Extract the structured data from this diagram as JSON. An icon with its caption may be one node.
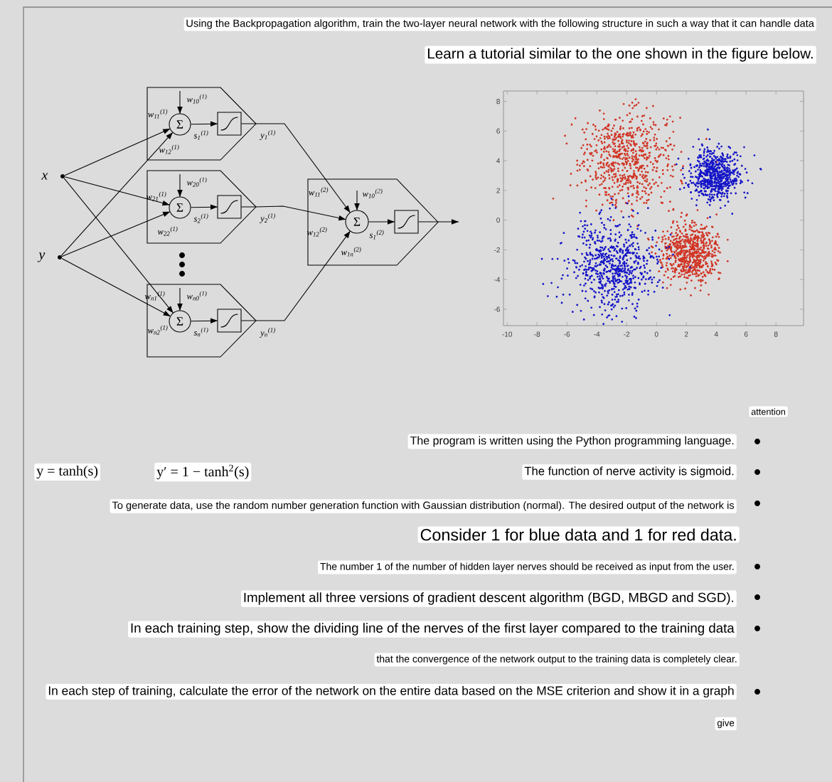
{
  "diagram": {
    "title": "Using the Backpropagation algorithm, train the two-layer neural network with the following structure in such a way that it can handle data",
    "nodes": [
      {
        "text": [
          "x"
        ]
      },
      {
        "text": [
          "y"
        ]
      },
      {
        "text": [],
        "shape": "pentagon",
        "beside": [
          "y$_{1}$$^{(1)}$"
        ]
      },
      {
        "text": [
          "Σ"
        ],
        "in": 2
      },
      {
        "text": [],
        "shape": "box",
        "in": 2
      },
      {
        "text": [],
        "shape": "pentagon",
        "beside": [
          "y$_{2}$$^{(1)}$"
        ]
      },
      {
        "text": [
          "Σ"
        ],
        "in": 5
      },
      {
        "text": [],
        "shape": "box",
        "in": 5
      },
      {
        "text": [],
        "shape": "pentagon",
        "beside": [
          "y$_{n}$$^{(1)}$"
        ]
      },
      {
        "text": [
          "Σ"
        ],
        "in": 8
      },
      {
        "text": [],
        "shape": "box",
        "in": 8
      },
      {
        "text": [],
        "shape": "pentagon"
      },
      {
        "text": [
          "Σ"
        ],
        "in": 11
      },
      {
        "text": [],
        "shape": "box",
        "in": 11
      }
    ],
    "edges": [
      {
        "from": 0,
        "to": 3,
        "arrow": "to",
        "label": "w$_{11}$$^{(1)}$"
      },
      {
        "from": 1,
        "to": 3,
        "arrow": "to",
        "label": "w$_{12}$$^{(1)}$"
      },
      {
        "from": 0,
        "to": 6,
        "arrow": "to",
        "label": "w$_{21}$$^{(1)}$"
      },
      {
        "from": 1,
        "to": 6,
        "arrow": "to",
        "label": "w$_{22}$$^{(1)}$"
      },
      {
        "from": 0,
        "to": 9,
        "arrow": "to",
        "label": "w$_{n1}$$^{(1)}$"
      },
      {
        "from": 1,
        "to": 9,
        "arrow": "to",
        "label": "w$_{n2}$$^{(1)}$"
      },
      {
        "from": null,
        "to": 3,
        "arrow": "to",
        "label": "w$_{10}$$^{(1)}$"
      },
      {
        "from": null,
        "to": 6,
        "arrow": "to",
        "label": "w$_{20}$$^{(1)}$"
      },
      {
        "from": null,
        "to": 9,
        "arrow": "to",
        "label": "w$_{n0}$$^{(1)}$"
      },
      {
        "from": 3,
        "to": 4,
        "arrow": "to",
        "label": "s$_{1}$$^{(1)}$"
      },
      {
        "from": 6,
        "to": 7,
        "arrow": "to",
        "label": "s$_{2}$$^{(1)}$"
      },
      {
        "from": 9,
        "to": 10,
        "arrow": "to",
        "label": "s$_{n}$$^{(1)}$"
      },
      {
        "from": 4,
        "to": 12,
        "arrow": "to",
        "label": "w$_{11}$$^{(2)}$"
      },
      {
        "from": 7,
        "to": 12,
        "arrow": "to",
        "label": "w$_{12}$$^{(2)}$"
      },
      {
        "from": 10,
        "to": 12,
        "arrow": "to",
        "label": "w$_{1n}$$^{(2)}$"
      },
      {
        "from": null,
        "to": 12,
        "arrow": "to",
        "label": "w$_{10}$$^{(2)}$"
      },
      {
        "from": 12,
        "to": 13,
        "arrow": "to",
        "label": "s$_{1}$$^{(2)}$"
      },
      {
        "from": 13,
        "to": null,
        "arrow": "to"
      }
    ],
    "labels": [
      "Learn a tutorial similar to the one shown in the figure below.",
      "attention",
      "The program is written using the Python programming language.",
      "y = tanh(s)",
      "y′ = 1 − tanh$^{2}$(s)",
      "The function of nerve activity is sigmoid.",
      "To generate data, use the random number generation function with Gaussian distribution (normal). The desired output of the network is",
      "Consider 1 for blue data and 1 for red data.",
      "The number 1 of the number of hidden layer nerves should be received as input from the user.",
      "Implement all three versions of gradient descent algorithm (BGD, MBGD and SGD).",
      "In each training step, show the dividing line of the nerves of the first layer compared to the training data",
      "that the convergence of the network output to the training data is completely clear.",
      "In each step of training, calculate the error of the network on the entire data based on the MSE criterion and show it in a graph",
      "give"
    ],
    "chart_data": {
      "type": "scatter",
      "xlim": [
        -10.25,
        9.85
      ],
      "ylim": [
        -7.1,
        8.7
      ],
      "xticks": [
        -10,
        -8,
        -6,
        -4,
        -2,
        0,
        2,
        4,
        6,
        8
      ],
      "yticks": [
        -6,
        -4,
        -2,
        0,
        2,
        4,
        6,
        8
      ]
    }
  }
}
